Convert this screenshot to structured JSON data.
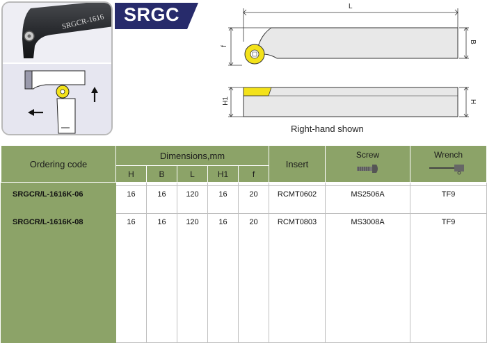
{
  "product": {
    "badge": "SRGC",
    "photo_engraving": "SRGCR-1616",
    "caption": "Right-hand shown"
  },
  "drawing": {
    "dim_L": "L",
    "dim_f": "f",
    "dim_B": "B",
    "dim_H1": "H1",
    "dim_H": "H"
  },
  "table": {
    "header": {
      "ordering_code": "Ordering code",
      "dimensions": "Dimensions,mm",
      "insert": "Insert",
      "screw": "Screw",
      "wrench": "Wrench",
      "dim_cols": [
        "H",
        "B",
        "L",
        "H1",
        "f"
      ]
    },
    "rows": [
      {
        "code": "SRGCR/L-1616K-06",
        "H": "16",
        "B": "16",
        "L": "120",
        "H1": "16",
        "f": "20",
        "insert": "RCMT0602",
        "screw": "MS2506A",
        "wrench": "TF9"
      },
      {
        "code": "SRGCR/L-1616K-08",
        "H": "16",
        "B": "16",
        "L": "120",
        "H1": "16",
        "f": "20",
        "insert": "RCMT0803",
        "screw": "MS3008A",
        "wrench": "TF9"
      }
    ]
  },
  "colors": {
    "header_green": "#8ca368",
    "badge_navy": "#272b6b",
    "insert_yellow": "#f3e21a",
    "shank_gray": "#e8e8e8"
  }
}
